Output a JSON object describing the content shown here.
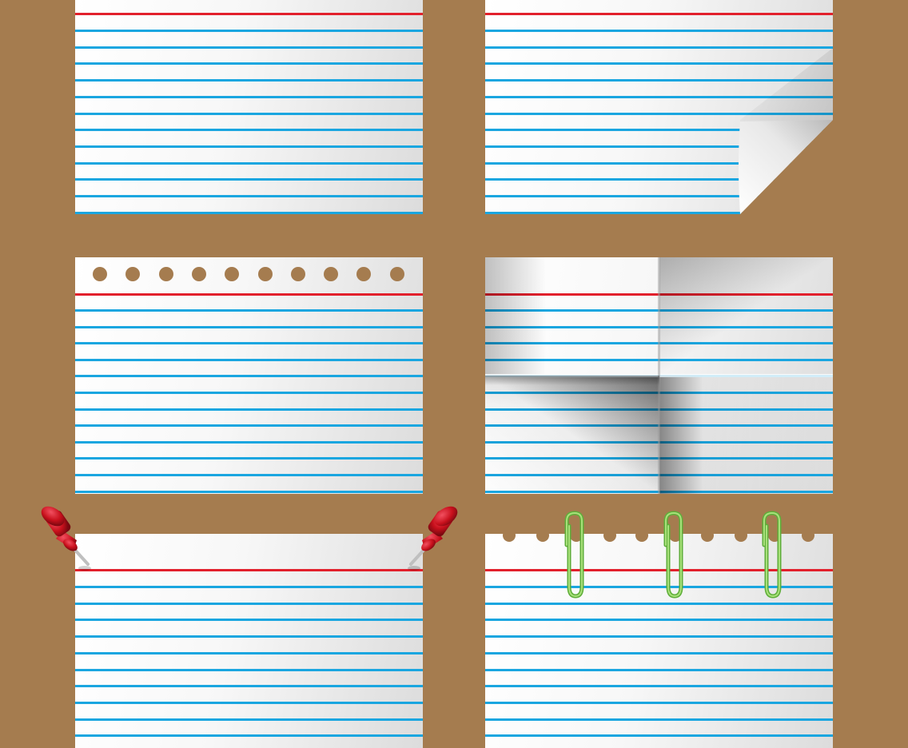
{
  "scene": {
    "background_color": "#a57c4f",
    "red_line_color": "#e2202c",
    "blue_line_color": "#1aa6e0",
    "paper_color": "#ffffff",
    "pushpin_color": "#d0121e",
    "paperclip_color": "#7cc24a"
  },
  "cards": [
    {
      "name": "plain",
      "decoration": "none",
      "ruled_lines": 12
    },
    {
      "name": "page-curl",
      "decoration": "curled-corner",
      "ruled_lines": 12
    },
    {
      "name": "hole-punched",
      "decoration": "punch-holes",
      "holes": 10,
      "ruled_lines": 12
    },
    {
      "name": "folded",
      "decoration": "fold-creases",
      "ruled_lines": 12
    },
    {
      "name": "pinned",
      "decoration": "pushpins",
      "pins": 2,
      "ruled_lines": 10
    },
    {
      "name": "clipped",
      "decoration": "paperclips",
      "clips": 3,
      "ruled_lines": 10
    }
  ]
}
